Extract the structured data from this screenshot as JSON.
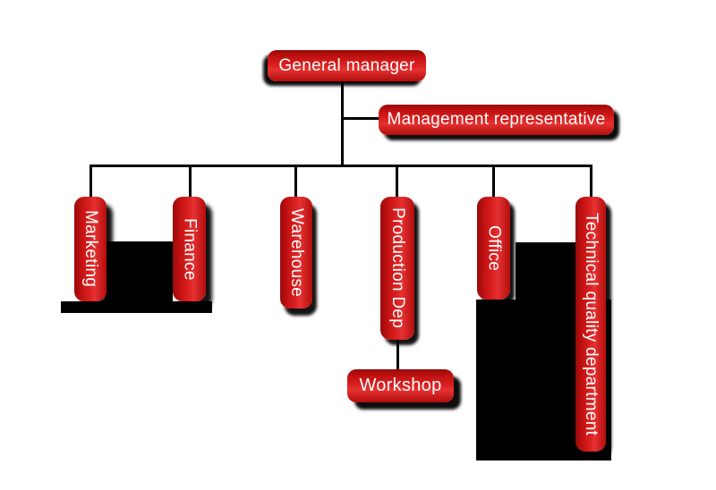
{
  "diagram": {
    "type": "org-chart",
    "nodes": {
      "general_manager": {
        "label": "General manager"
      },
      "management_representative": {
        "label": "Management representative"
      },
      "marketing": {
        "label": "Marketing"
      },
      "finance": {
        "label": "Finance"
      },
      "warehouse": {
        "label": "Warehouse"
      },
      "production_dep": {
        "label": "Production Dep"
      },
      "office": {
        "label": "Office"
      },
      "technical_quality": {
        "label": "Technical quality department"
      },
      "workshop": {
        "label": "Workshop"
      }
    },
    "hierarchy": {
      "root": "General manager",
      "assistant_of_root": [
        "Management representative"
      ],
      "departments_under_root": [
        "Marketing",
        "Finance",
        "Warehouse",
        "Production Dep",
        "Office",
        "Technical quality department"
      ],
      "sub_units": [
        {
          "parent": "Production Dep",
          "child": "Workshop"
        }
      ]
    },
    "colors": {
      "background": "#ffffff",
      "node_red_dark": "#970b0b",
      "node_red_mid": "#d41a1a",
      "node_red_bright": "#e63232",
      "node_text": "#ffffff",
      "connector": "#000000",
      "shadow": "#000000"
    }
  }
}
